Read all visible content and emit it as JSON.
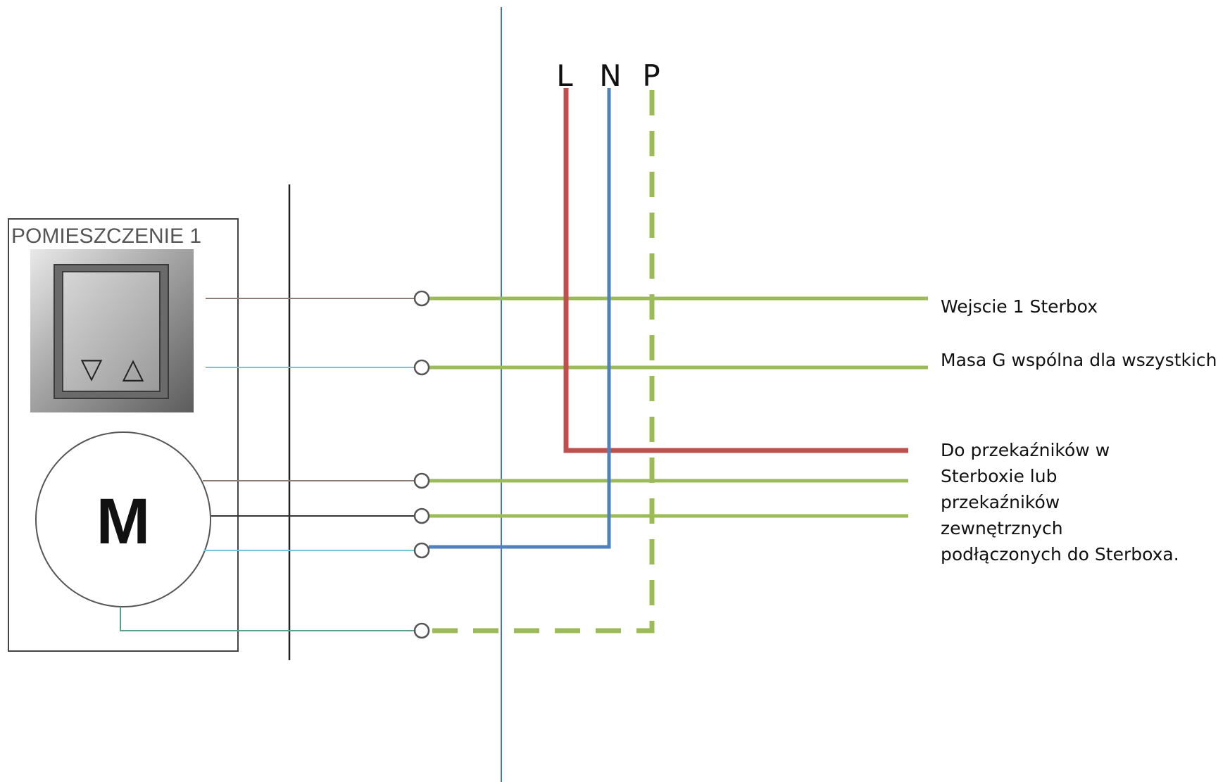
{
  "diagram": {
    "header_fragment": "",
    "room_label": "POMIESZCZENIE 1",
    "motor_label": "M",
    "switch_symbols": {
      "down": "▽",
      "up": "△"
    },
    "bus_labels": {
      "live": "L",
      "neutral": "N",
      "protective": "P"
    },
    "outputs": {
      "input_1": "Wejscie 1 Sterbox",
      "ground": "Masa G wspólna dla wszystkich",
      "relays_lines": [
        "Do przekaźników w",
        "Sterboxie lub",
        "przekaźników",
        "zewnętrznych",
        "podłączonych do Sterboxa."
      ]
    },
    "colors": {
      "live": "#c0504d",
      "neutral": "#4f81bd",
      "signal": "#9bbb59",
      "protective_dash": "#9bbb59",
      "divider": "#4472c4",
      "brown_wire": "#8c7b76",
      "cyan_wire": "#6fc9d8",
      "black_wire": "#333333",
      "green_wire": "#5aa08a"
    }
  }
}
